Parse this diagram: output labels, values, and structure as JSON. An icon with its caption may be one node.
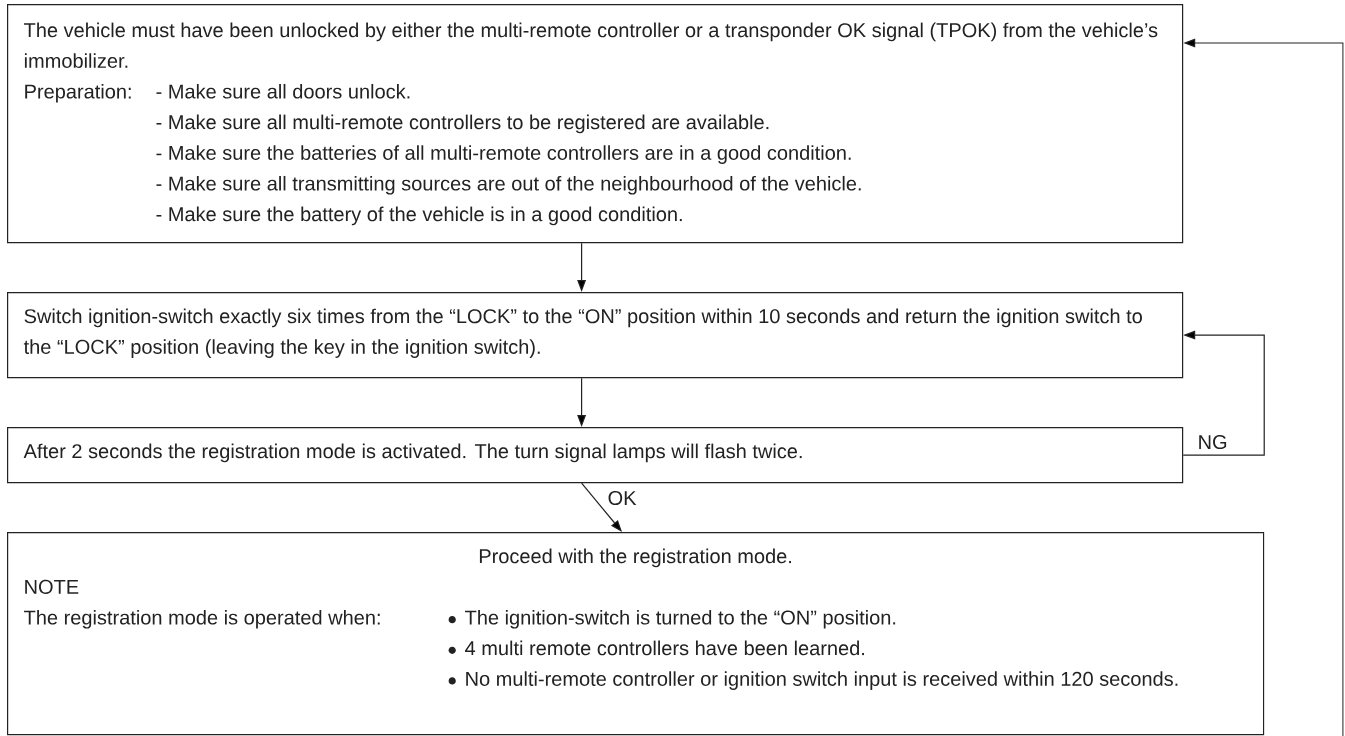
{
  "diagram": {
    "nodes": [
      {
        "text": [
          "The vehicle must have been unlocked by either the multi-remote controller or a transponder OK signal (TPOK) from the vehicle’s immobilizer.",
          "Preparation:",
          "- Make sure all doors unlock.",
          "- Make sure all multi-remote controllers to be registered are available.",
          "- Make sure the batteries of all multi-remote controllers are in a good condition.",
          "- Make sure all transmitting sources are out of the neighbourhood of the vehicle.",
          "- Make sure the battery of the vehicle is in a good condition."
        ]
      },
      {
        "text": [
          "Switch ignition-switch exactly six times from the “LOCK” to the “ON” position within 10 seconds and return the ignition switch to the “LOCK” position (leaving the key in the ignition switch)."
        ]
      },
      {
        "text": [
          "After 2 seconds the registration mode is activated. The turn signal lamps will flash twice."
        ]
      },
      {
        "text": [
          "Proceed with the registration mode.",
          "NOTE",
          "The registration mode is operated when:",
          "The ignition-switch is turned to the “ON” position.",
          "4 multi remote controllers have been learned.",
          "No multi-remote controller or ignition switch input is received within 120 seconds."
        ]
      }
    ],
    "edges": [
      {
        "from": 0,
        "to": 1,
        "arrow": "to"
      },
      {
        "from": 1,
        "to": 2,
        "arrow": "to"
      },
      {
        "from": 2,
        "to": 3,
        "arrow": "to",
        "label": "OK"
      },
      {
        "from": 2,
        "to": 1,
        "arrow": "to",
        "label": "NG"
      },
      {
        "from": null,
        "to": 0,
        "arrow": "to"
      }
    ]
  }
}
